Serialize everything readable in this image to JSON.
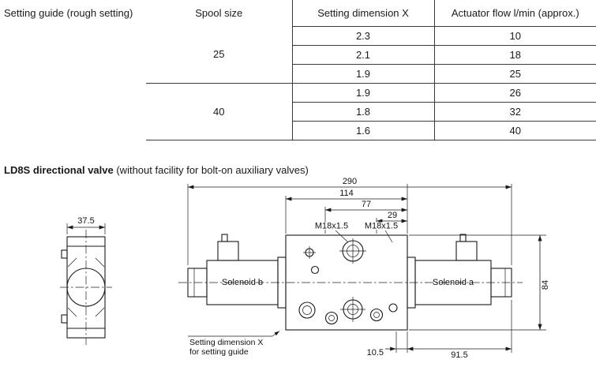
{
  "page": {
    "setting_guide_label": "Setting guide (rough setting)",
    "valve_title": "LD8S directional valve",
    "valve_title_note": " (without facility for bolt-on auxiliary valves)"
  },
  "table": {
    "headers": [
      "Spool size",
      "Setting dimension X",
      "Actuator flow l/min (approx.)"
    ],
    "groups": [
      {
        "spool_size": "25",
        "rows": [
          [
            "2.3",
            "10"
          ],
          [
            "2.1",
            "18"
          ],
          [
            "1.9",
            "25"
          ]
        ]
      },
      {
        "spool_size": "40",
        "rows": [
          [
            "1.9",
            "26"
          ],
          [
            "1.8",
            "32"
          ],
          [
            "1.6",
            "40"
          ]
        ]
      }
    ]
  },
  "drawing": {
    "dim_side_width": "37.5",
    "dim_overall": "290",
    "dim_body": "114",
    "dim_77": "77",
    "dim_29": "29",
    "dim_height": "84",
    "dim_10_5": "10.5",
    "dim_91_5": "91.5",
    "port_thread_left": "M18x1.5",
    "port_thread_right": "M18x1.5",
    "solenoid_b": "Solenoid b",
    "solenoid_a": "Solenoid a",
    "setting_note_1": "Setting dimension X",
    "setting_note_2": "for setting guide"
  }
}
